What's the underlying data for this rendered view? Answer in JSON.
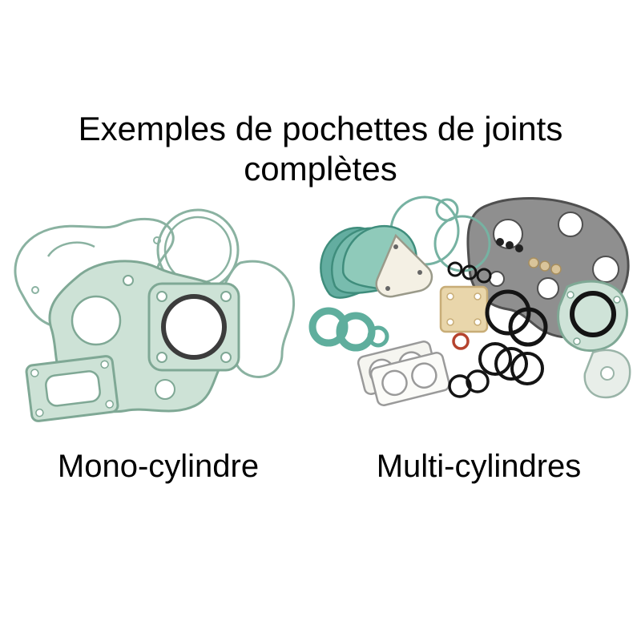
{
  "title": {
    "line1": "Exemples de pochettes de joints",
    "line2": "complètes"
  },
  "sections": {
    "mono": {
      "label": "Mono-cylindre"
    },
    "multi": {
      "label": "Multi-cylindres"
    }
  },
  "illustrations": {
    "left_description": "complete gasket kit for single-cylinder engine",
    "right_description": "complete gasket kit for multi-cylinder engine"
  },
  "colors": {
    "background": "#ffffff",
    "text": "#000000",
    "gasket_green_fill": "#cde2d6",
    "gasket_green_stroke": "#7fa895",
    "gasket_teal_fill": "#6db3a3",
    "gasket_teal_stroke": "#3f8d7c",
    "gasket_beige_fill": "#e9d6ab",
    "gasket_beige_stroke": "#c8ad77",
    "gasket_gray_fill": "#8f8f8f",
    "gasket_gray_stroke": "#4f4f4f",
    "oring_black": "#141414",
    "oring_red": "#b5432e"
  }
}
